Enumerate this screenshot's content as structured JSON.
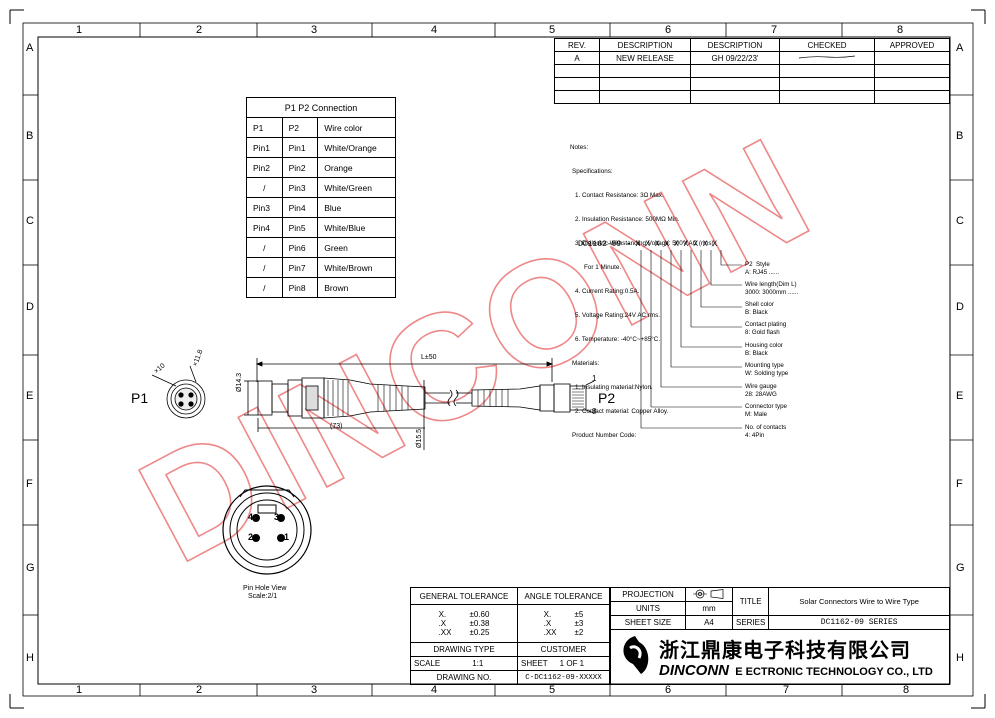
{
  "zones": {
    "cols": [
      "1",
      "2",
      "3",
      "4",
      "5",
      "6",
      "7",
      "8"
    ],
    "rows": [
      "A",
      "B",
      "C",
      "D",
      "E",
      "F",
      "G",
      "H"
    ]
  },
  "revision_table": {
    "headers": [
      "REV.",
      "DESCRIPTION",
      "DESCRIPTION",
      "CHECKED",
      "APPROVED"
    ],
    "rows": [
      {
        "rev": "A",
        "desc": "NEW RELEASE",
        "desc2": "GH  09/22/23'",
        "checked": "",
        "approved": ""
      }
    ]
  },
  "connection_table": {
    "title": "P1 P2 Connection",
    "headers": [
      "P1",
      "P2",
      "Wire color"
    ],
    "rows": [
      [
        "Pin1",
        "Pin1",
        "White/Orange"
      ],
      [
        "Pin2",
        "Pin2",
        "Orange"
      ],
      [
        "/",
        "Pin3",
        "White/Green"
      ],
      [
        "Pin3",
        "Pin4",
        "Blue"
      ],
      [
        "Pin4",
        "Pin5",
        "White/Blue"
      ],
      [
        "/",
        "Pin6",
        "Green"
      ],
      [
        "/",
        "Pin7",
        "White/Brown"
      ],
      [
        "/",
        "Pin8",
        "Brown"
      ]
    ]
  },
  "notes": {
    "lines": [
      "Notes:",
      "Specifications:",
      "1. Contact Resistance: 3Ω Max.",
      "2. Insulation Resistance: 500MΩ Min.",
      "3. Dielectric Withstanding Voltage: 500V AC (rms)",
      "For 1 Minute.",
      "4. Current Rating:0.5A.",
      "5. Voltage Rating:24V AC rms.",
      "6. Temperature: -40°C~+85°C.",
      "Materials:",
      "1. Insulating material:Nylon.",
      "2. Contact material: Copper Alloy.",
      "Product Number Code:"
    ],
    "code_prefix": "DC1162-09 - ",
    "code_slots": "X X X X X X X X X"
  },
  "code_legend": [
    {
      "title": "P2  Style",
      "value": "A: RJ45 ......"
    },
    {
      "title": "Wire length(Dim L)",
      "value": "3000: 3000mm ......"
    },
    {
      "title": "Shell color",
      "value": "B: Black"
    },
    {
      "title": "Contact plating",
      "value": "8: Gold flash"
    },
    {
      "title": "Housing color",
      "value": "B: Black"
    },
    {
      "title": "Mounting type",
      "value": "W: Solding type"
    },
    {
      "title": "Wire gauge",
      "value": "28: 28AWG"
    },
    {
      "title": "Connector type",
      "value": "M: Male"
    },
    {
      "title": "No. of contacts",
      "value": "4: 4Pin"
    }
  ],
  "drawing": {
    "p1_label": "P1",
    "p2_label": "P2",
    "dim_l": "L±50",
    "dim_73": "(73)",
    "dim_143": "Ø14.3",
    "dim_155": "Ø15.5",
    "dim_10": "×10",
    "dim_118": "×11.8",
    "pin_start": "1",
    "pin_end": "8",
    "pinhole_caption": "Pin Hole View",
    "pinhole_scale": "Scale:2/1",
    "pins": [
      "1",
      "2",
      "3",
      "4"
    ],
    "watermark": "DINCONN"
  },
  "title_block": {
    "general_tol_title": "GENERAL TOLERANCE",
    "general_tol": [
      [
        "X.",
        "±0.60"
      ],
      [
        ".X",
        "±0.38"
      ],
      [
        ".XX",
        "±0.25"
      ]
    ],
    "angle_tol_title": "ANGLE TOLERANCE",
    "angle_tol": [
      [
        "X.",
        "±5"
      ],
      [
        ".X",
        "±3"
      ],
      [
        ".XX",
        "±2"
      ]
    ],
    "projection": "PROJECTION",
    "units": "UNITS",
    "units_val": "mm",
    "sheet_size": "SHEET SIZE",
    "sheet_size_val": "A4",
    "title": "TITLE",
    "title_val": "Solar Connectors Wire to Wire Type",
    "series": "SERIES",
    "series_val": "DC1162-09 SERIES",
    "drawing_type": "DRAWING TYPE",
    "customer": "CUSTOMER",
    "scale": "SCALE",
    "scale_val": "1:1",
    "sheet": "SHEET",
    "sheet_val": "1 OF 1",
    "drawing_no": "DRAWING NO.",
    "drawing_no_val": "C-DC1162-09-XXXXX",
    "company_cn": "浙江鼎康电子科技有限公司",
    "company_en_logo": "DINCONN",
    "company_en": "E ECTRONIC TECHNOLOGY CO., LTD"
  }
}
